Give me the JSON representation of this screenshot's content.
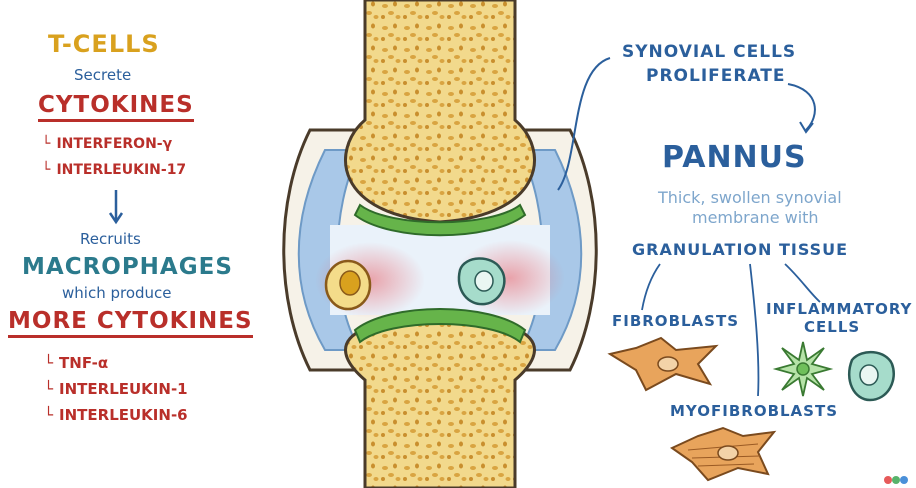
{
  "left": {
    "tcells": "T-CELLS",
    "secrete": "Secrete",
    "cytokines": "CYTOKINES",
    "cytokine_list": [
      "INTERFERON-γ",
      "INTERLEUKIN-17"
    ],
    "recruits": "Recruits",
    "macrophages": "MACROPHAGES",
    "which_produce": "which produce",
    "more_cytokines": "MORE CYTOKINES",
    "more_list": [
      "TNF-α",
      "INTERLEUKIN-1",
      "INTERLEUKIN-6"
    ]
  },
  "right": {
    "synovial_line1": "SYNOVIAL CELLS",
    "synovial_line2": "PROLIFERATE",
    "pannus": "PANNUS",
    "desc_line1": "Thick, swollen synovial",
    "desc_line2": "membrane with",
    "granulation": "GRANULATION TISSUE",
    "fibroblasts": "FIBROBLASTS",
    "inflammatory_line1": "INFLAMMATORY",
    "inflammatory_line2": "CELLS",
    "myofibroblasts": "MYOFIBROBLASTS"
  },
  "colors": {
    "gold": "#d9a11e",
    "red": "#b92f2a",
    "blue": "#2b5f9c",
    "teal": "#2b7a8c",
    "bone": "#f2d98c",
    "cartilage": "#66b44a",
    "synovium": "#a9c8e8"
  }
}
